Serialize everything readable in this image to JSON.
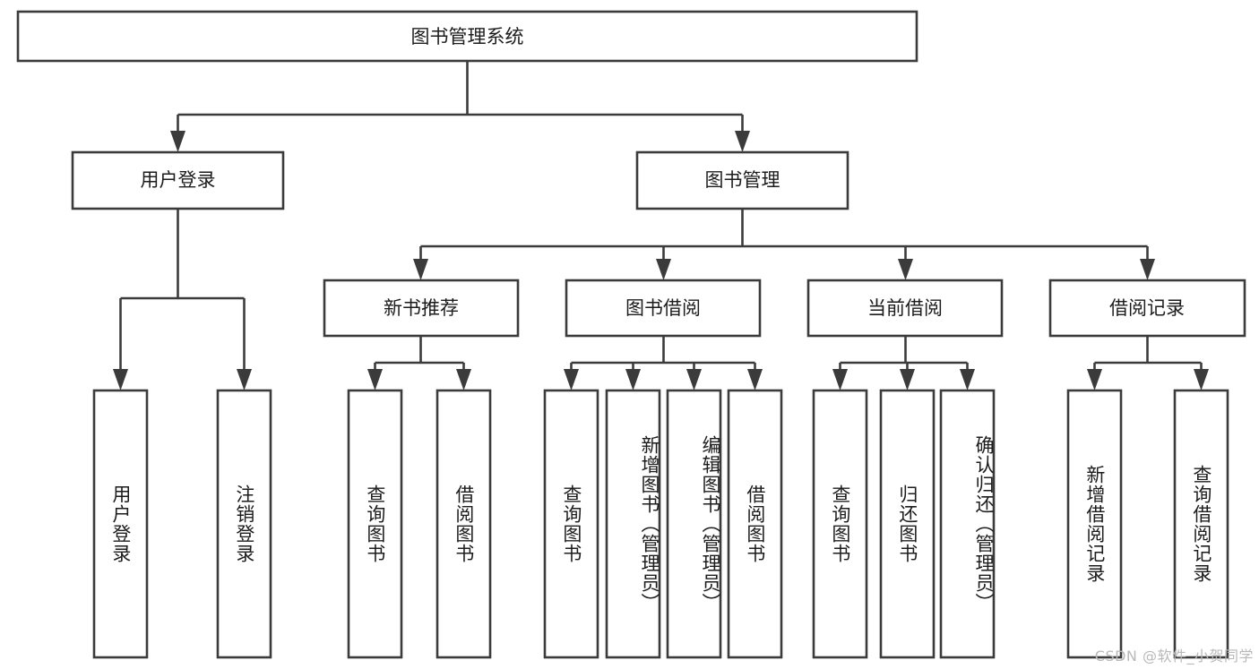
{
  "diagram": {
    "type": "tree-hierarchy",
    "title": "图书管理系统",
    "background_color": "#ffffff",
    "stroke_color": "#3b3b3b",
    "text_color": "#1c1c1c",
    "root": {
      "id": "root",
      "label": "图书管理系统",
      "orientation": "horizontal"
    },
    "level2": [
      {
        "id": "user-login",
        "label": "用户登录",
        "orientation": "horizontal"
      },
      {
        "id": "book-manage",
        "label": "图书管理",
        "orientation": "horizontal"
      }
    ],
    "level3": [
      {
        "id": "new-book-rec",
        "label": "新书推荐",
        "orientation": "horizontal",
        "parent": "book-manage"
      },
      {
        "id": "book-borrow",
        "label": "图书借阅",
        "orientation": "horizontal",
        "parent": "book-manage"
      },
      {
        "id": "current-borrow",
        "label": "当前借阅",
        "orientation": "horizontal",
        "parent": "book-manage"
      },
      {
        "id": "borrow-record",
        "label": "借阅记录",
        "orientation": "horizontal",
        "parent": "book-manage"
      }
    ],
    "leaves": [
      {
        "id": "leaf-user-login",
        "label": "用户登录",
        "orientation": "vertical",
        "parent": "user-login"
      },
      {
        "id": "leaf-user-logout",
        "label": "注销登录",
        "orientation": "vertical",
        "parent": "user-login"
      },
      {
        "id": "leaf-query-book-1",
        "label": "查询图书",
        "orientation": "vertical",
        "parent": "new-book-rec"
      },
      {
        "id": "leaf-borrow-book-1",
        "label": "借阅图书",
        "orientation": "vertical",
        "parent": "new-book-rec"
      },
      {
        "id": "leaf-query-book-2",
        "label": "查询图书",
        "orientation": "vertical",
        "parent": "book-borrow"
      },
      {
        "id": "leaf-add-book",
        "label": "新增图书（管理员）",
        "orientation": "vertical",
        "parent": "book-borrow"
      },
      {
        "id": "leaf-edit-book",
        "label": "编辑图书（管理员）",
        "orientation": "vertical",
        "parent": "book-borrow"
      },
      {
        "id": "leaf-borrow-book-2",
        "label": "借阅图书",
        "orientation": "vertical",
        "parent": "book-borrow"
      },
      {
        "id": "leaf-query-book-3",
        "label": "查询图书",
        "orientation": "vertical",
        "parent": "current-borrow"
      },
      {
        "id": "leaf-return-book",
        "label": "归还图书",
        "orientation": "vertical",
        "parent": "current-borrow"
      },
      {
        "id": "leaf-confirm-return",
        "label": "确认归还（管理员）",
        "orientation": "vertical",
        "parent": "current-borrow"
      },
      {
        "id": "leaf-add-record",
        "label": "新增借阅记录",
        "orientation": "vertical",
        "parent": "borrow-record"
      },
      {
        "id": "leaf-query-record",
        "label": "查询借阅记录",
        "orientation": "vertical",
        "parent": "borrow-record"
      }
    ]
  },
  "watermark": {
    "text": "CSDN @软件_小贺同学"
  }
}
